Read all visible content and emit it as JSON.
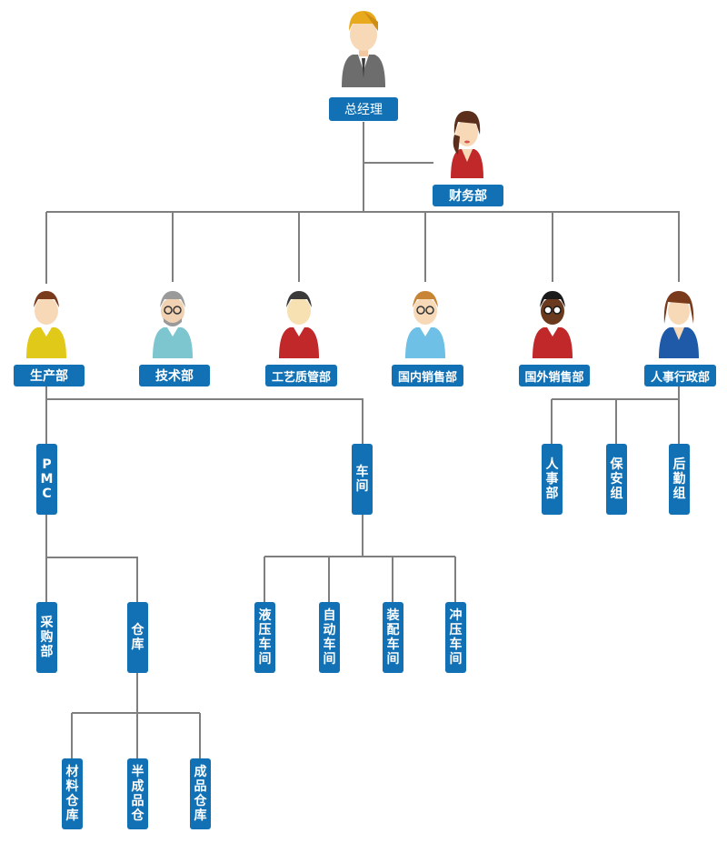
{
  "gm": {
    "label": "总经理",
    "icon": "manager-avatar-icon"
  },
  "finance": {
    "label": "财务部",
    "icon": "female-avatar-icon"
  },
  "departments": [
    {
      "key": "production",
      "label": "生产部",
      "icon": "male-yellow-shirt-avatar-icon"
    },
    {
      "key": "tech",
      "label": "技术部",
      "icon": "gray-haired-glasses-avatar-icon"
    },
    {
      "key": "quality",
      "label": "工艺质管部",
      "icon": "male-red-shirt-avatar-icon"
    },
    {
      "key": "domestic",
      "label": "国内销售部",
      "icon": "male-glasses-avatar-icon"
    },
    {
      "key": "foreign",
      "label": "国外销售部",
      "icon": "dark-skin-glasses-avatar-icon"
    },
    {
      "key": "hr",
      "label": "人事行政部",
      "icon": "female-blue-dress-avatar-icon"
    }
  ],
  "production_sub": {
    "pmc": "PMC",
    "workshop": "车间"
  },
  "pmc_sub": {
    "purchase": "采购部",
    "warehouse": "仓库"
  },
  "warehouse_sub": {
    "material": "材料仓库",
    "semi": "半成品仓",
    "finished": "成品仓库"
  },
  "workshop_sub": {
    "hydraulic": "液压车间",
    "auto": "自动车间",
    "assembly": "装配车间",
    "stamping": "冲压车间"
  },
  "hr_sub": {
    "personnel": "人事部",
    "security": "保安组",
    "logistics": "后勤组"
  },
  "colors": {
    "box": "#1271b4",
    "line": "#7f7f7f"
  }
}
